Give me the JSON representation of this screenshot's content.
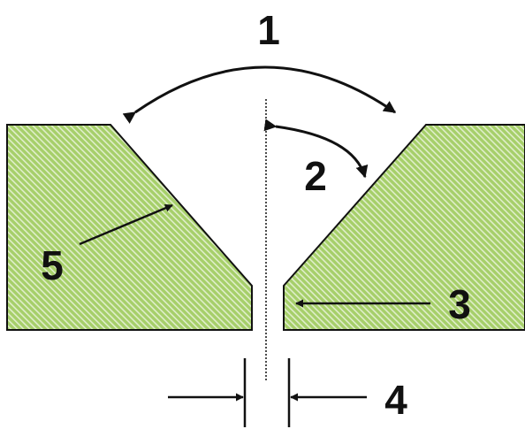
{
  "colors": {
    "plate_fill": "#a6cf6a",
    "plate_stripe": "#ffffff",
    "outline": "#111111",
    "background": "#ffffff"
  },
  "labels": {
    "groove_angle": "1",
    "bevel_angle": "2",
    "root_face": "3",
    "root_opening": "4",
    "groove_face": "5"
  }
}
